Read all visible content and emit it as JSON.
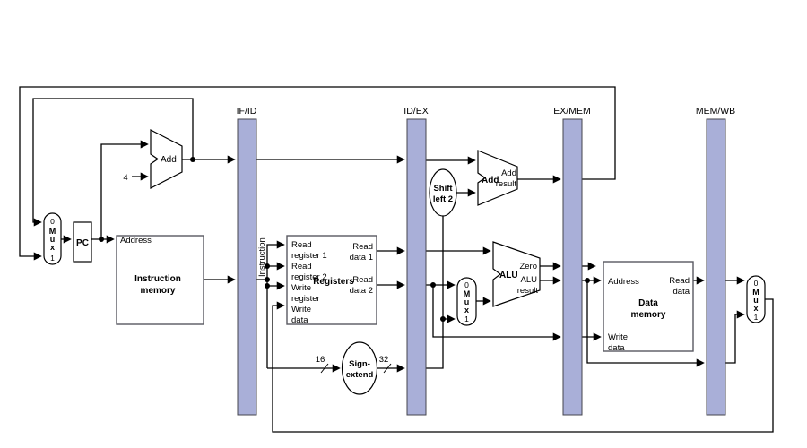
{
  "colors": {
    "background": "#ffffff",
    "wire": "#000000",
    "pipeline_register_fill": "#a9afd8",
    "pipeline_register_border": "#45454e",
    "block_border": "#595960",
    "text": "#000000"
  },
  "pipeline_registers": {
    "if_id": "IF/ID",
    "id_ex": "ID/EX",
    "ex_mem": "EX/MEM",
    "mem_wb": "MEM/WB"
  },
  "mux": {
    "zero": "0",
    "m": "M",
    "u": "u",
    "x": "x",
    "one": "1"
  },
  "pc": {
    "label": "PC"
  },
  "pc_adder": {
    "label": "Add"
  },
  "branch_adder": {
    "label": "Add",
    "result_l1": "Add",
    "result_l2": "result"
  },
  "constant_four": "4",
  "instruction_memory": {
    "address": "Address",
    "title_l1": "Instruction",
    "title_l2": "memory"
  },
  "instruction_bus_label": "Instruction",
  "registers": {
    "title": "Registers",
    "left_ports": [
      {
        "l1": "Read",
        "l2": "register 1"
      },
      {
        "l1": "Read",
        "l2": "register 2"
      },
      {
        "l1": "Write",
        "l2": "register"
      },
      {
        "l1": "Write",
        "l2": "data"
      }
    ],
    "right_ports": [
      {
        "l1": "Read",
        "l2": "data 1"
      },
      {
        "l1": "Read",
        "l2": "data 2"
      }
    ]
  },
  "sign_extend": {
    "l1": "Sign-",
    "l2": "extend",
    "in_width": "16",
    "out_width": "32"
  },
  "shift_left": {
    "l1": "Shift",
    "l2": "left 2"
  },
  "alu": {
    "label": "ALU",
    "zero": "Zero",
    "result_l1": "ALU",
    "result_l2": "result"
  },
  "data_memory": {
    "address": "Address",
    "read_l1": "Read",
    "read_l2": "data",
    "title_l1": "Data",
    "title_l2": "memory",
    "write_l1": "Write",
    "write_l2": "data"
  }
}
